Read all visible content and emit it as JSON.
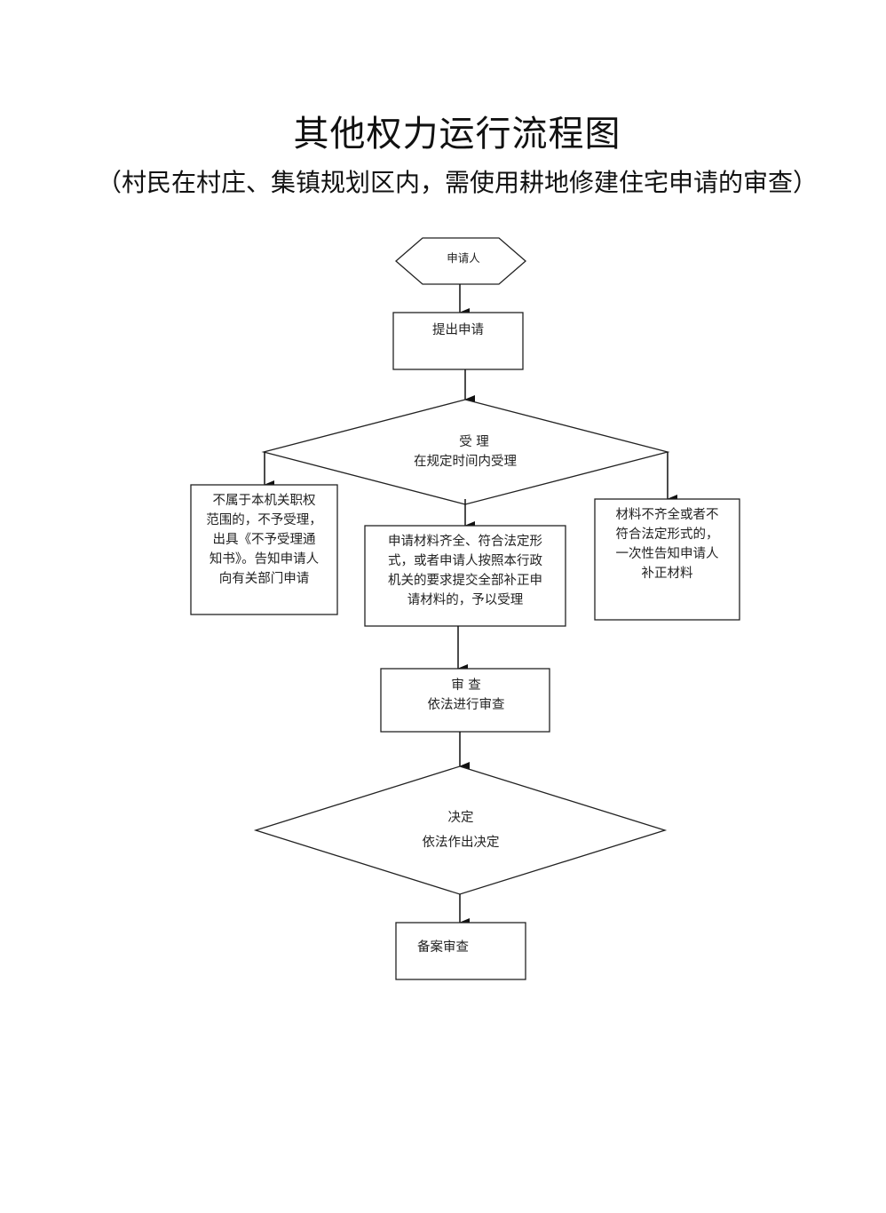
{
  "title": "其他权力运行流程图",
  "subtitle": "（村民在村庄、集镇规划区内，需使用耕地修建住宅申请的审查）",
  "nodes": {
    "applicant": {
      "label": "申请人",
      "shape": "hexagon"
    },
    "submit": {
      "label": "提出申请",
      "shape": "rectangle"
    },
    "accept": {
      "title": "受 理",
      "desc": "在规定时间内受理",
      "shape": "diamond"
    },
    "reject": {
      "shape": "rectangle",
      "lines": [
        "不属于本机关职权",
        "范围的，不予受理，",
        "出具《不予受理通",
        "知书》。告知申请人",
        "向有关部门申请"
      ]
    },
    "accepted": {
      "shape": "rectangle",
      "lines": [
        "申请材料齐全、符合法定形",
        "式，或者申请人按照本行政",
        "机关的要求提交全部补正申",
        "请材料的，予以受理"
      ]
    },
    "supplement": {
      "shape": "rectangle",
      "lines": [
        "材料不齐全或者不",
        "符合法定形式的，",
        "一次性告知申请人",
        "补正材料"
      ]
    },
    "review": {
      "title": "审 查",
      "desc": "依法进行审查",
      "shape": "rectangle"
    },
    "decision": {
      "title": "决定",
      "desc": "依法作出决定",
      "shape": "diamond"
    },
    "archive": {
      "label": "备案审查",
      "shape": "rectangle"
    }
  },
  "edges": [
    [
      "applicant",
      "submit"
    ],
    [
      "submit",
      "accept"
    ],
    [
      "accept",
      "reject"
    ],
    [
      "accept",
      "accepted"
    ],
    [
      "accept",
      "supplement"
    ],
    [
      "accepted",
      "review"
    ],
    [
      "review",
      "decision"
    ],
    [
      "decision",
      "archive"
    ]
  ]
}
